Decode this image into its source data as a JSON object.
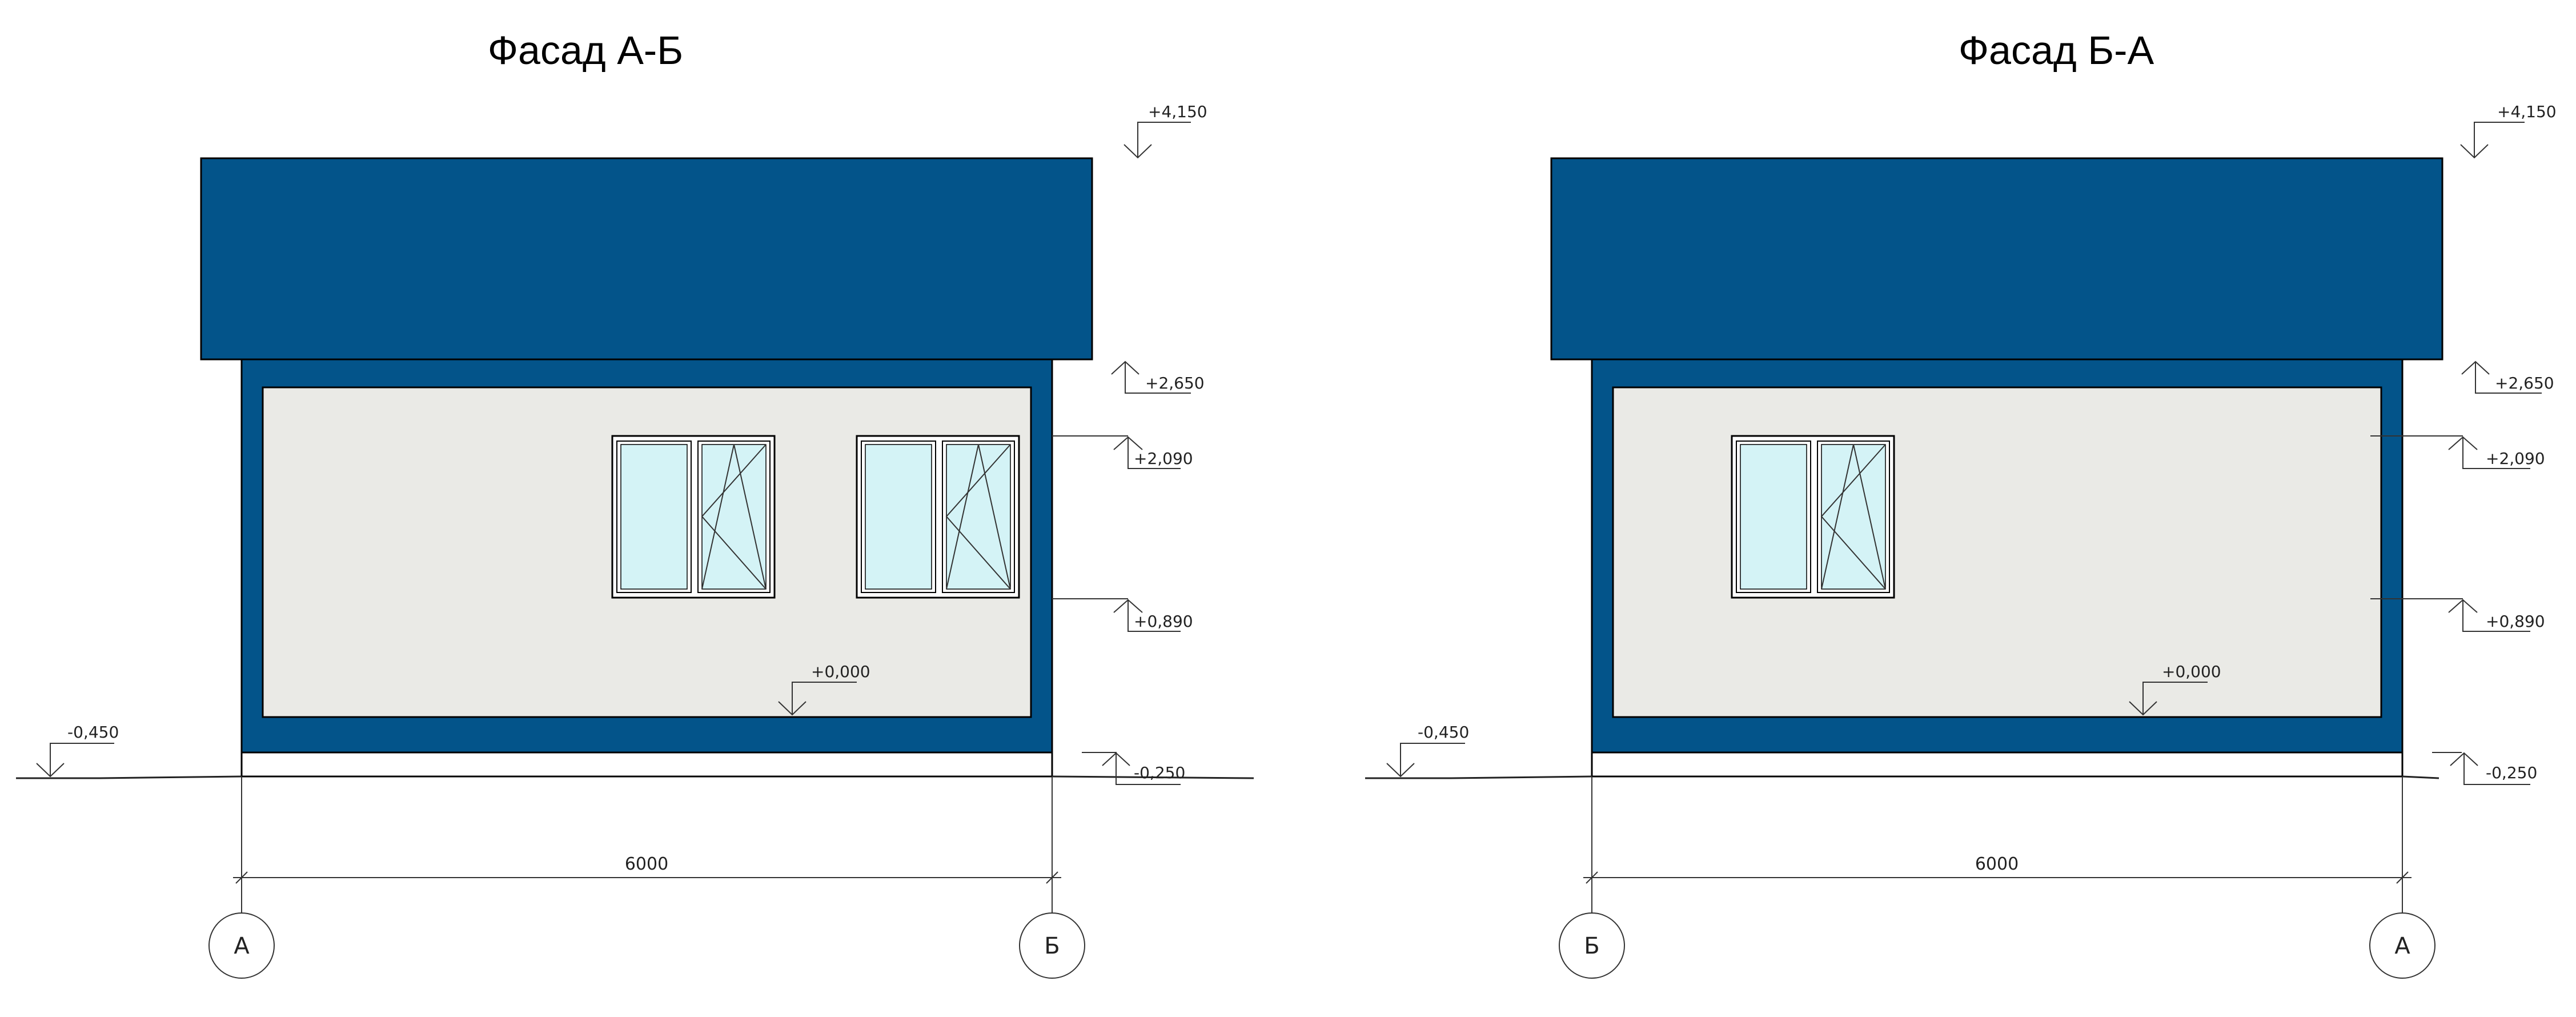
{
  "colors": {
    "roof": "#03548A",
    "wall_trim": "#03548A",
    "wall_panel": "#EAEAE6",
    "glass": "#D4F3F6",
    "line": "#000000"
  },
  "facades": [
    {
      "title": "Фасад А-Б",
      "levels": {
        "top": "+4,150",
        "eave": "+2,650",
        "window_top": "+2,090",
        "window_bottom": "+0,890",
        "floor": "+0,000",
        "plinth": "-0,250",
        "ground": "-0,450"
      },
      "dimension": "6000",
      "axes": [
        "А",
        "Б"
      ],
      "windows": 2
    },
    {
      "title": "Фасад Б-А",
      "levels": {
        "top": "+4,150",
        "eave": "+2,650",
        "window_top": "+2,090",
        "window_bottom": "+0,890",
        "floor": "+0,000",
        "plinth": "-0,250",
        "ground": "-0,450"
      },
      "dimension": "6000",
      "axes": [
        "Б",
        "А"
      ],
      "windows": 1
    }
  ]
}
